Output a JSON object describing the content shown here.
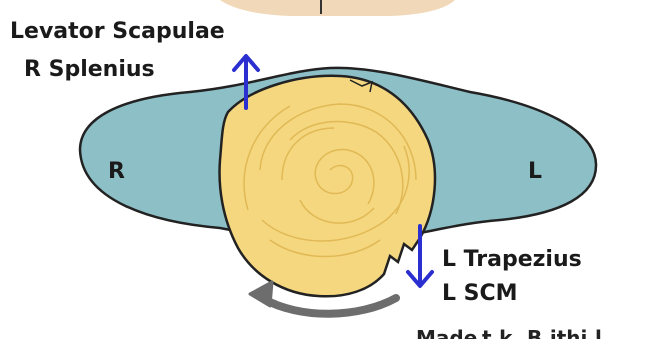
{
  "labels": {
    "muscle_top_1": "Levator Scapulae",
    "muscle_top_2": "R Splenius",
    "side_right": "R",
    "side_left": "L",
    "muscle_bottom_1": "L Trapezius",
    "muscle_bottom_2": "L SCM",
    "credit_cutoff": "Made",
    "credit_cutoff_2": "t.k. B.ithi.l."
  },
  "colors": {
    "shoulders": "#8dbfc7",
    "outline": "#222222",
    "hair": "#f5d77f",
    "hair_lines": "#e0b955",
    "arrow": "#2b2fcf",
    "rotation_arrow": "#6d6d6d",
    "top_band": "#f1d8b8"
  },
  "icons": {
    "up_arrow": "arrow-up-icon",
    "down_arrow": "arrow-down-icon",
    "rotation_arrow": "curved-arrow-left-icon"
  }
}
